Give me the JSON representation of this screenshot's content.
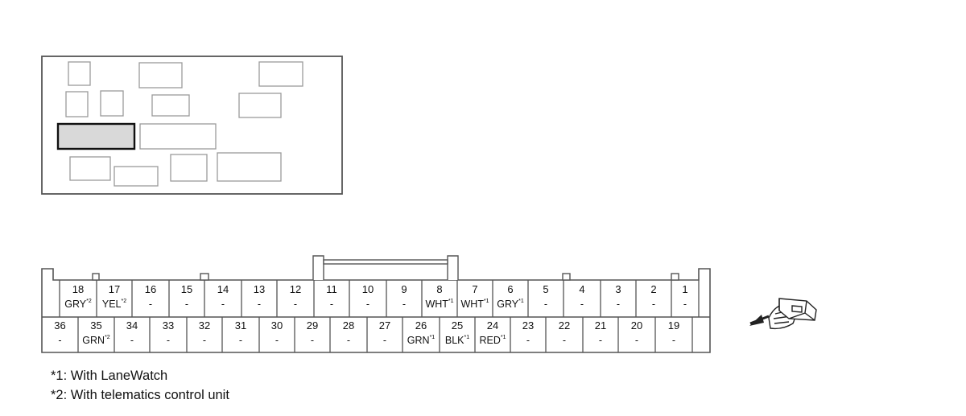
{
  "connector": {
    "top_row": [
      {
        "pin": "18",
        "color": "GRY",
        "note": "*2"
      },
      {
        "pin": "17",
        "color": "YEL",
        "note": "*2"
      },
      {
        "pin": "16",
        "color": "-",
        "note": ""
      },
      {
        "pin": "15",
        "color": "-",
        "note": ""
      },
      {
        "pin": "14",
        "color": "-",
        "note": ""
      },
      {
        "pin": "13",
        "color": "-",
        "note": ""
      },
      {
        "pin": "12",
        "color": "-",
        "note": ""
      },
      {
        "pin": "11",
        "color": "-",
        "note": ""
      },
      {
        "pin": "10",
        "color": "-",
        "note": ""
      },
      {
        "pin": "9",
        "color": "-",
        "note": ""
      },
      {
        "pin": "8",
        "color": "WHT",
        "note": "*1"
      },
      {
        "pin": "7",
        "color": "WHT",
        "note": "*1"
      },
      {
        "pin": "6",
        "color": "GRY",
        "note": "*1"
      },
      {
        "pin": "5",
        "color": "-",
        "note": ""
      },
      {
        "pin": "4",
        "color": "-",
        "note": ""
      },
      {
        "pin": "3",
        "color": "-",
        "note": ""
      },
      {
        "pin": "2",
        "color": "-",
        "note": ""
      },
      {
        "pin": "1",
        "color": "-",
        "note": ""
      }
    ],
    "bottom_row": [
      {
        "pin": "36",
        "color": "-",
        "note": ""
      },
      {
        "pin": "35",
        "color": "GRN",
        "note": "*2"
      },
      {
        "pin": "34",
        "color": "-",
        "note": ""
      },
      {
        "pin": "33",
        "color": "-",
        "note": ""
      },
      {
        "pin": "32",
        "color": "-",
        "note": ""
      },
      {
        "pin": "31",
        "color": "-",
        "note": ""
      },
      {
        "pin": "30",
        "color": "-",
        "note": ""
      },
      {
        "pin": "29",
        "color": "-",
        "note": ""
      },
      {
        "pin": "28",
        "color": "-",
        "note": ""
      },
      {
        "pin": "27",
        "color": "-",
        "note": ""
      },
      {
        "pin": "26",
        "color": "GRN",
        "note": "*1"
      },
      {
        "pin": "25",
        "color": "BLK",
        "note": "*1"
      },
      {
        "pin": "24",
        "color": "RED",
        "note": "*1"
      },
      {
        "pin": "23",
        "color": "-",
        "note": ""
      },
      {
        "pin": "22",
        "color": "-",
        "note": ""
      },
      {
        "pin": "21",
        "color": "-",
        "note": ""
      },
      {
        "pin": "20",
        "color": "-",
        "note": ""
      },
      {
        "pin": "19",
        "color": "-",
        "note": ""
      }
    ]
  },
  "locator": {
    "highlight_color": "#d9d9d9"
  },
  "notes": [
    "*1: With LaneWatch",
    "*2: With telematics control unit"
  ],
  "icons": {
    "view_direction": "hand-arrow-connector-icon"
  }
}
